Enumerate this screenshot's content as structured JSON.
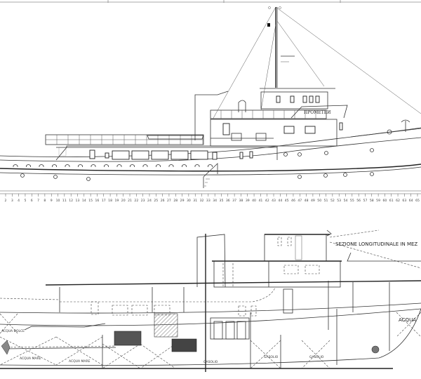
{
  "drawing": {
    "ship_name": "ПРОМЕТЕИ",
    "section_label": "SEZIONE LONGITUDINALE IN MEZ",
    "tank_labels": {
      "fresh_water": "ACQUA DOLCE",
      "sea_water_1": "ACQUA MARE",
      "sea_water_2": "ACQUA MARE",
      "fuel_1": "GASOLIO",
      "fuel_2": "GASOLIO",
      "fuel_3": "GASOLIO",
      "water_bow": "ACQUA"
    },
    "ruler_labels": [
      2,
      3,
      4,
      5,
      6,
      7,
      8,
      9,
      10,
      11,
      12,
      13,
      14,
      15,
      16,
      17,
      18,
      19,
      20,
      21,
      22,
      23,
      24,
      25,
      26,
      27,
      28,
      29,
      30,
      31,
      32,
      33,
      34,
      35,
      36,
      37,
      38,
      39,
      40,
      41,
      42,
      43,
      44,
      45,
      46,
      47,
      48,
      49,
      50,
      51,
      52,
      53,
      54,
      55,
      56,
      57,
      58,
      59,
      60,
      61,
      62,
      63,
      64,
      65
    ],
    "colors": {
      "line": "#333333",
      "background": "#ffffff",
      "hatch": "#777777"
    }
  }
}
